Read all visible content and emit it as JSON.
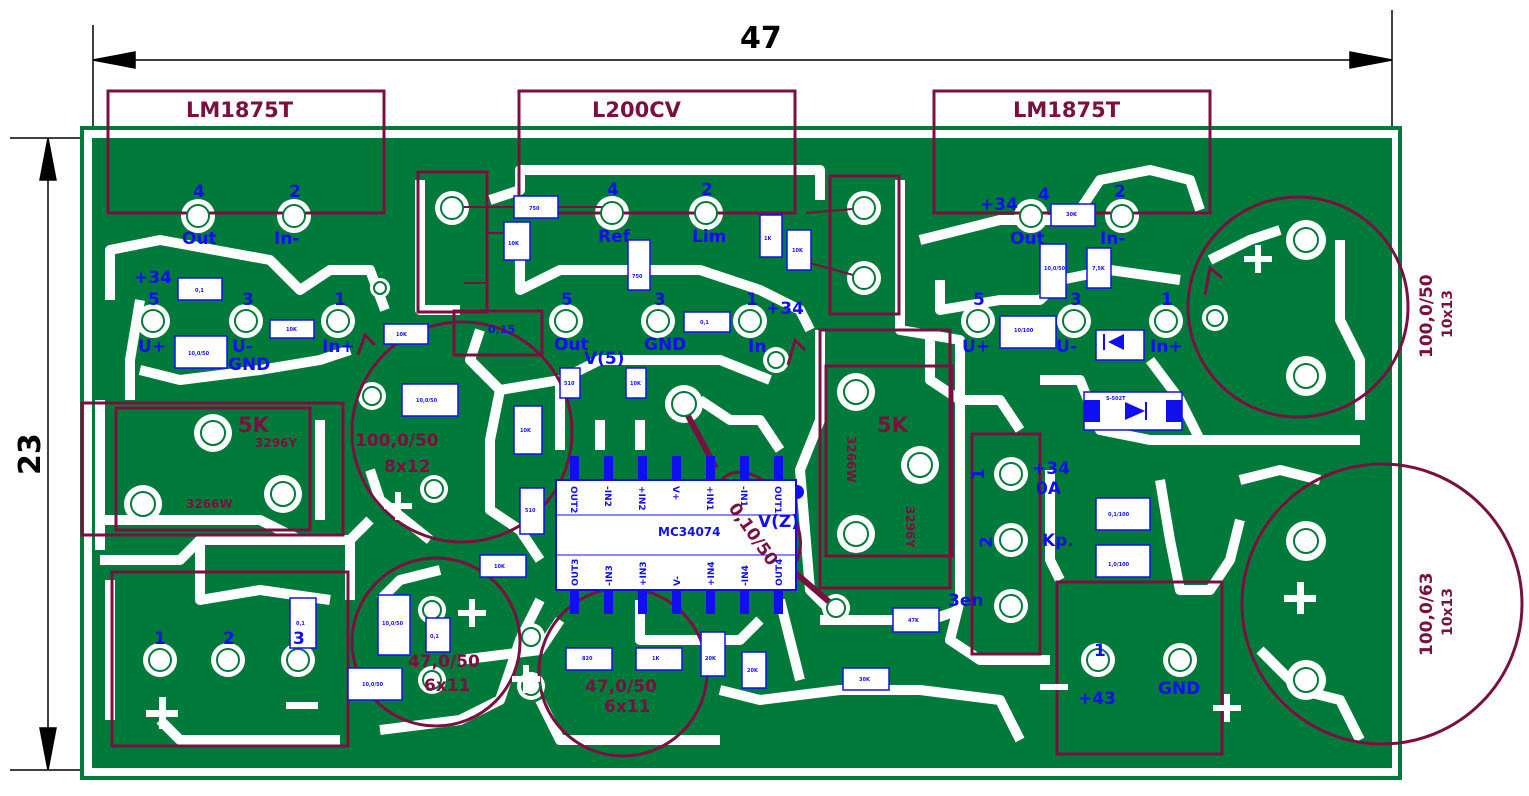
{
  "dimensions": {
    "width": "47",
    "height": "23"
  },
  "ic_labels": {
    "left_reg": "LM1875T",
    "center_reg": "L200CV",
    "right_reg": "LM1875T"
  },
  "pins": {
    "left_top_4": "4",
    "left_top_2": "2",
    "left_out": "Out",
    "left_in_minus": "In-",
    "left_p34": "+34",
    "left_5": "5",
    "left_3": "3",
    "left_1": "1",
    "left_uplus": "U+",
    "left_uminus": "U-",
    "left_gnd": "GND",
    "left_inplus": "In+",
    "c_4": "4",
    "c_2": "2",
    "c_ref": "Ref",
    "c_lim": "Lim",
    "c_5": "5",
    "c_3": "3",
    "c_1": "1",
    "c_out": "Out",
    "c_gnd": "GND",
    "c_in": "In",
    "c_p34": "+34",
    "c_v5": "V(5)",
    "r_p34": "+34",
    "r_4": "4",
    "r_2": "2",
    "r_out": "Out",
    "r_in_minus": "In-",
    "r_5": "5",
    "r_3": "3",
    "r_1": "1",
    "r_uplus": "U+",
    "r_uminus": "U-",
    "r_inplus": "In+",
    "conn_p34": "+34",
    "conn_0a": "0A",
    "conn_kp": "Kp.",
    "conn_3en": "3en",
    "p43": "+43",
    "gnd": "GND",
    "vz": "V(Z)",
    "bl_1": "1",
    "bl_2": "2",
    "bl_3": "3",
    "br_1": "1",
    "rc_1": "1",
    "rc_2": "2"
  },
  "components": {
    "pot_left_val": "5K",
    "pot_left_type": "3296Y",
    "pot_left_type2": "3266W",
    "pot_right_val": "5K",
    "pot_right_type": "3266W",
    "pot_right_type2": "3296Y",
    "cap_big_left": "100,0/50",
    "cap_big_left_size": "8x12",
    "cap_small_1": "47,0/50",
    "cap_small_1_size": "6x11",
    "cap_small_2": "47,0/50",
    "cap_small_2_size": "6x11",
    "cap_right_top": "100,0/50",
    "cap_right_top_size": "10x13",
    "cap_right_bot": "100,0/63",
    "cap_right_bot_size": "10x13",
    "cap_small_ic": "0,10/50",
    "chip": "MC34074",
    "chip_top_pins": [
      "OUT2",
      "-IN2",
      "+IN2",
      "V+",
      "+IN1",
      "-IN1",
      "OUT1"
    ],
    "chip_bot_pins": [
      "OUT3",
      "-IN3",
      "+IN3",
      "V-",
      "+IN4",
      "-IN4",
      "OUT4"
    ],
    "r_0_15": "0,15"
  },
  "colors": {
    "board": "#007a3a",
    "copper_bg": "#ffffff",
    "silk": "#7a1040",
    "pads": "#1010ee"
  }
}
